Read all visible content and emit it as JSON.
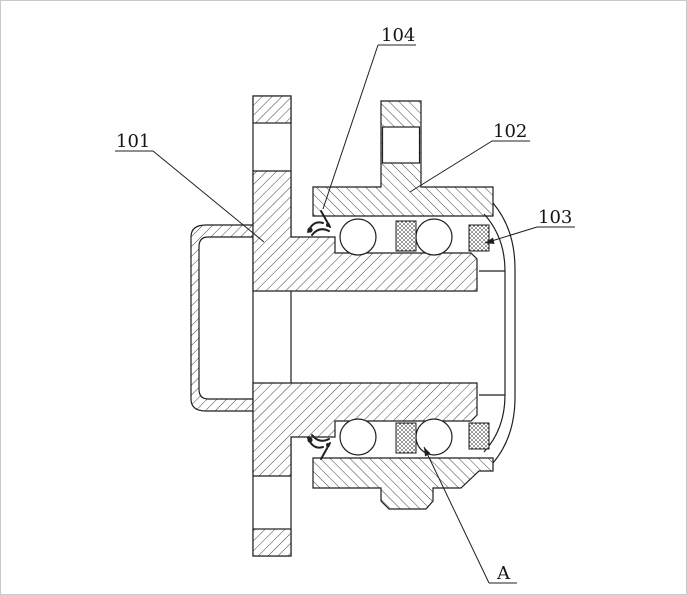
{
  "figure": {
    "colors": {
      "background": "#ffffff",
      "line": "#1f1f1f"
    },
    "labels": {
      "l101": "101",
      "l102": "102",
      "l103": "103",
      "l104": "104",
      "lA": "A"
    }
  }
}
